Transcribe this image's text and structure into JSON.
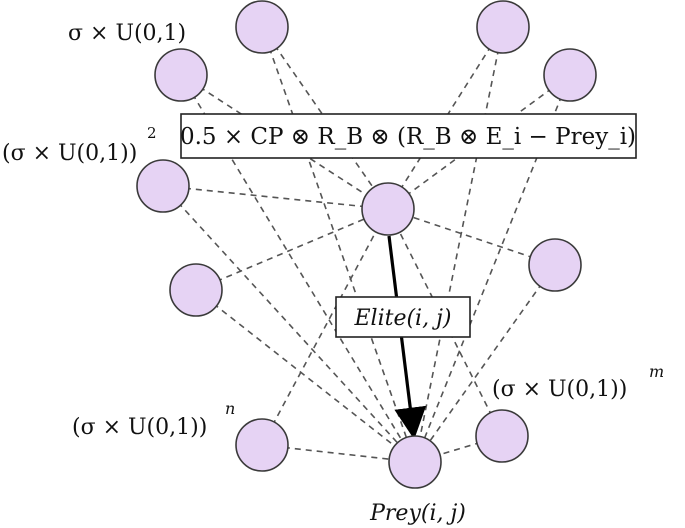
{
  "labels": {
    "sigma_u": "σ × U(0,1)",
    "sigma_u_sq_base": "(σ × U(0,1))",
    "sigma_u_sq_exp": "2",
    "sigma_u_n_base": "(σ × U(0,1))",
    "sigma_u_n_exp": "n",
    "sigma_u_m_base": "(σ × U(0,1))",
    "sigma_u_m_exp": "m",
    "prey": "Prey(i, j)"
  },
  "formula": {
    "text": "0.5 × CP ⊗ R_B ⊗ (R_B ⊗ E_i − Prey_i)"
  },
  "elite_box": {
    "text": "Elite(i, j)"
  },
  "colors": {
    "node_fill": "#e6d3f4",
    "node_stroke": "#3a3a3a",
    "edge": "#555555"
  }
}
